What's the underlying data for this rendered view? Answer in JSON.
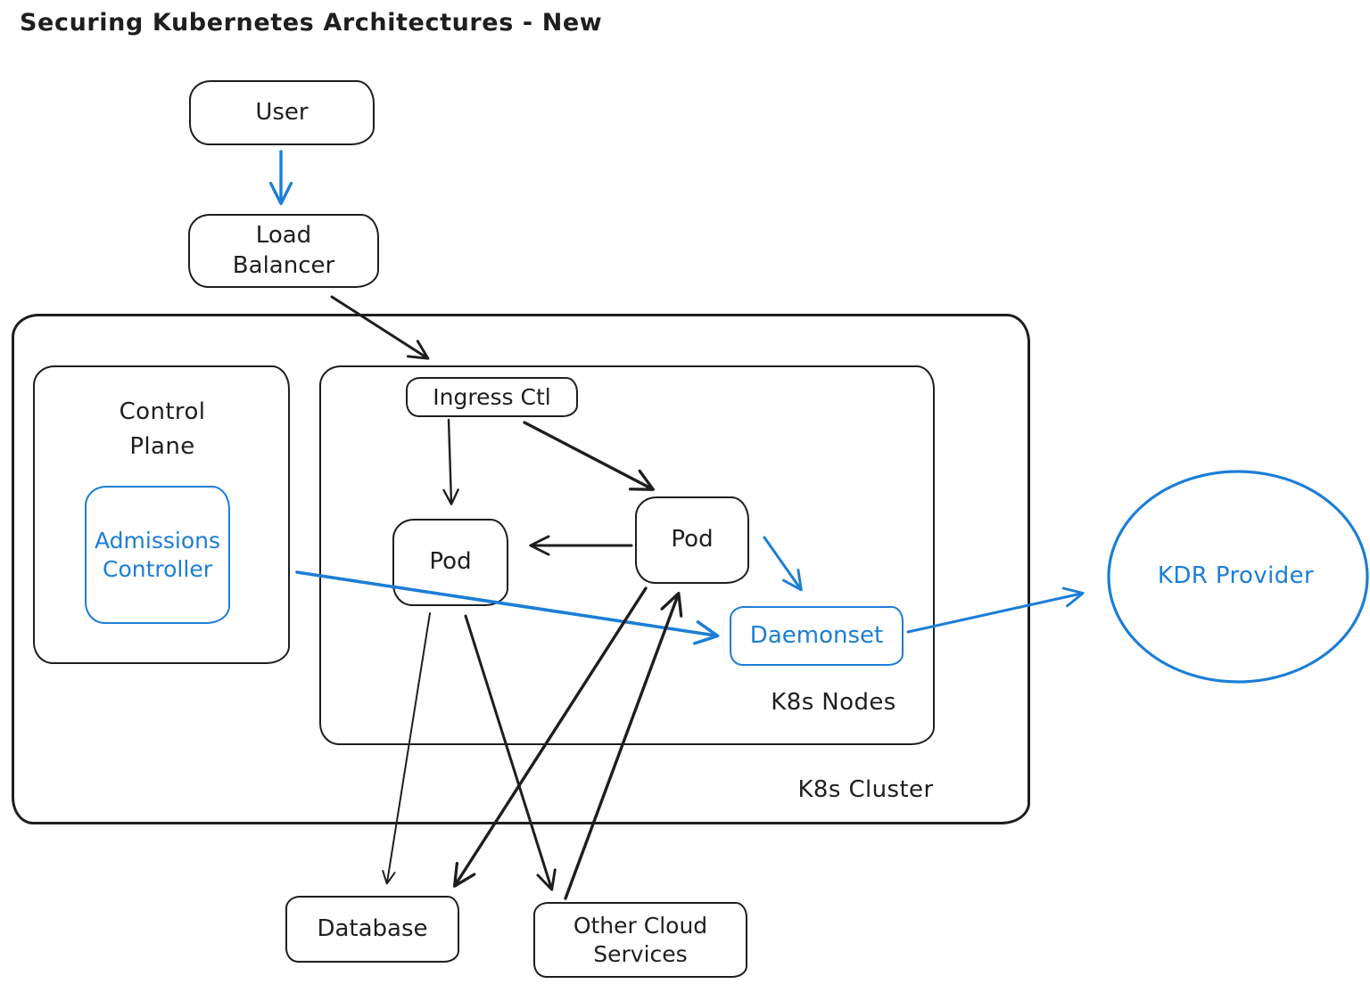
{
  "title": "Securing Kubernetes Architectures - New",
  "colors": {
    "ink": "#1e1e1e",
    "accent_blue": "#1c7ed6",
    "background": "#ffffff"
  },
  "nodes": {
    "user": "User",
    "load_balancer": "Load\nBalancer",
    "ingress_ctl": "Ingress Ctl",
    "admissions_controller": "Admissions\nController",
    "pod_left": "Pod",
    "pod_right": "Pod",
    "daemonset": "Daemonset",
    "database": "Database",
    "other_cloud_services": "Other Cloud\nServices",
    "kdr_provider": "KDR Provider"
  },
  "labels": {
    "control_plane": "Control\nPlane",
    "k8s_nodes": "K8s Nodes",
    "k8s_cluster": "K8s Cluster"
  },
  "edges": [
    {
      "from": "user",
      "to": "load_balancer",
      "color": "blue"
    },
    {
      "from": "load_balancer",
      "to": "ingress_ctl",
      "color": "black"
    },
    {
      "from": "ingress_ctl",
      "to": "pod_left",
      "color": "black"
    },
    {
      "from": "ingress_ctl",
      "to": "pod_right",
      "color": "black"
    },
    {
      "from": "pod_right",
      "to": "pod_left",
      "color": "black"
    },
    {
      "from": "pod_right",
      "to": "daemonset",
      "color": "blue"
    },
    {
      "from": "admissions_controller",
      "to": "daemonset",
      "color": "blue"
    },
    {
      "from": "daemonset",
      "to": "kdr_provider",
      "color": "blue"
    },
    {
      "from": "pod_left",
      "to": "database",
      "color": "black"
    },
    {
      "from": "pod_left",
      "to": "other_cloud_services",
      "color": "black"
    },
    {
      "from": "other_cloud_services",
      "to": "pod_right",
      "color": "black"
    },
    {
      "from": "pod_right",
      "to": "database",
      "color": "black"
    }
  ]
}
